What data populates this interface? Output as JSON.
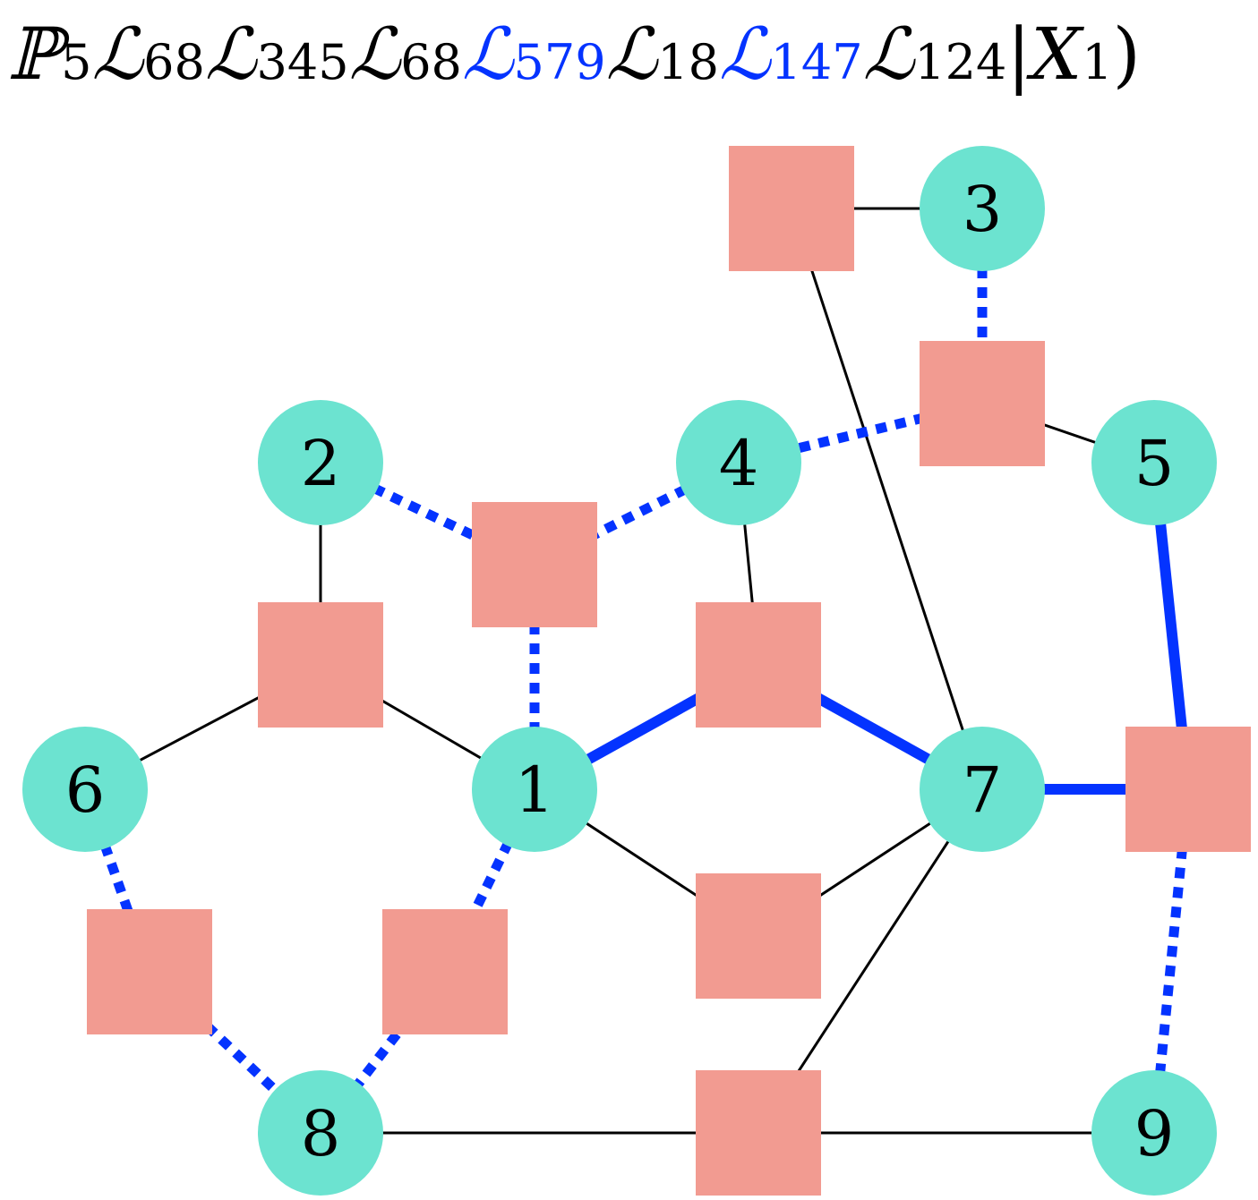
{
  "colors": {
    "variable": "#6ce3d0",
    "factor": "#f29b91",
    "highlight": "#0433ff",
    "edge": "#000000"
  },
  "formula": {
    "terms": [
      {
        "symbol": "ℙ",
        "sub": "5",
        "highlight": false
      },
      {
        "symbol": "ℒ",
        "sub": "68",
        "highlight": false
      },
      {
        "symbol": "ℒ",
        "sub": "345",
        "highlight": false
      },
      {
        "symbol": "ℒ",
        "sub": "68",
        "highlight": false
      },
      {
        "symbol": "ℒ",
        "sub": "579",
        "highlight": true
      },
      {
        "symbol": "ℒ",
        "sub": "18",
        "highlight": false
      },
      {
        "symbol": "ℒ",
        "sub": "147",
        "highlight": true
      },
      {
        "symbol": "ℒ",
        "sub": "124",
        "highlight": false
      }
    ],
    "separator": "|",
    "condition_symbol": "X",
    "condition_sub": "1",
    "close": ")"
  },
  "graph": {
    "variables": [
      {
        "id": "v1",
        "label": "1"
      },
      {
        "id": "v2",
        "label": "2"
      },
      {
        "id": "v3",
        "label": "3"
      },
      {
        "id": "v4",
        "label": "4"
      },
      {
        "id": "v5",
        "label": "5"
      },
      {
        "id": "v6",
        "label": "6"
      },
      {
        "id": "v7",
        "label": "7"
      },
      {
        "id": "v8",
        "label": "8"
      },
      {
        "id": "v9",
        "label": "9"
      }
    ],
    "factors": [
      {
        "id": "f124"
      },
      {
        "id": "f12"
      },
      {
        "id": "f26"
      },
      {
        "id": "f147"
      },
      {
        "id": "f345"
      },
      {
        "id": "f37"
      },
      {
        "id": "f579"
      },
      {
        "id": "f17"
      },
      {
        "id": "f68"
      },
      {
        "id": "f18"
      },
      {
        "id": "f789"
      }
    ],
    "edges": [
      {
        "from": "f37",
        "to": "v3",
        "style": "plain"
      },
      {
        "from": "f37",
        "to": "v7",
        "style": "plain"
      },
      {
        "from": "v3",
        "to": "f345",
        "style": "dotted"
      },
      {
        "from": "f345",
        "to": "v4",
        "style": "dotted"
      },
      {
        "from": "f345",
        "to": "v5",
        "style": "plain"
      },
      {
        "from": "v2",
        "to": "f124",
        "style": "dotted"
      },
      {
        "from": "v4",
        "to": "f124",
        "style": "dotted"
      },
      {
        "from": "f124",
        "to": "v1",
        "style": "dotted"
      },
      {
        "from": "v2",
        "to": "f12",
        "style": "plain"
      },
      {
        "from": "f12",
        "to": "v6",
        "style": "plain"
      },
      {
        "from": "f12",
        "to": "v1",
        "style": "plain"
      },
      {
        "from": "v4",
        "to": "f147",
        "style": "plain"
      },
      {
        "from": "v1",
        "to": "f147",
        "style": "thick"
      },
      {
        "from": "f147",
        "to": "v7",
        "style": "thick"
      },
      {
        "from": "v5",
        "to": "f579",
        "style": "thick"
      },
      {
        "from": "v7",
        "to": "f579",
        "style": "thick"
      },
      {
        "from": "f579",
        "to": "v9",
        "style": "dotted"
      },
      {
        "from": "v6",
        "to": "f26",
        "style": "dotted"
      },
      {
        "from": "f26",
        "to": "v8",
        "style": "dotted"
      },
      {
        "from": "v1",
        "to": "f18",
        "style": "dotted"
      },
      {
        "from": "f18",
        "to": "v8",
        "style": "dotted"
      },
      {
        "from": "v1",
        "to": "f17",
        "style": "plain"
      },
      {
        "from": "f17",
        "to": "v7",
        "style": "plain"
      },
      {
        "from": "v7",
        "to": "f789",
        "style": "plain"
      },
      {
        "from": "v8",
        "to": "f789",
        "style": "plain"
      },
      {
        "from": "f789",
        "to": "v9",
        "style": "plain"
      }
    ]
  }
}
